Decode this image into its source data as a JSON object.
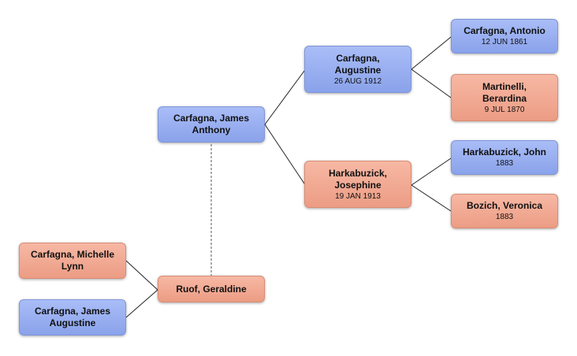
{
  "colors": {
    "male": "#96acef",
    "female": "#f1a890",
    "line": "#222222",
    "dotted_line": "#555555"
  },
  "people": {
    "james_anthony": {
      "name": "Carfagna, James Anthony",
      "date": ""
    },
    "augustine": {
      "name": "Carfagna, Augustine",
      "date": "26 AUG 1912"
    },
    "josephine": {
      "name": "Harkabuzick, Josephine",
      "date": "19 JAN 1913"
    },
    "antonio": {
      "name": "Carfagna, Antonio",
      "date": "12 JUN 1861"
    },
    "berardina": {
      "name": "Martinelli, Berardina",
      "date": "9 JUL 1870"
    },
    "john": {
      "name": "Harkabuzick, John",
      "date": "1883"
    },
    "veronica": {
      "name": "Bozich, Veronica",
      "date": "1883"
    },
    "geraldine": {
      "name": "Ruof, Geraldine",
      "date": ""
    },
    "michelle": {
      "name": "Carfagna, Michelle Lynn",
      "date": ""
    },
    "james_augustine": {
      "name": "Carfagna, James Augustine",
      "date": ""
    }
  }
}
